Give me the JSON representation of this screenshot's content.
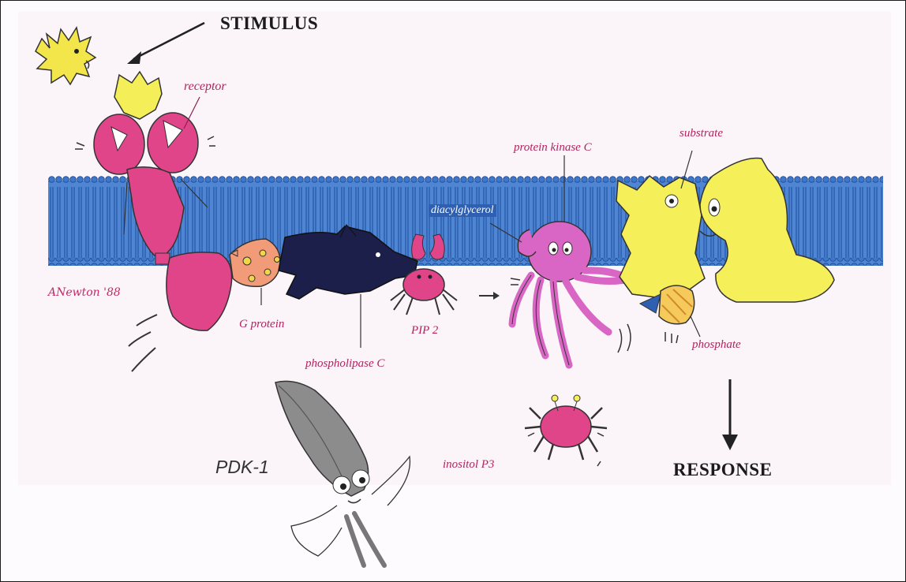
{
  "labels": {
    "stimulus": "STIMULUS",
    "receptor": "receptor",
    "protein_kinase_c": "protein kinase C",
    "substrate": "substrate",
    "diacylglycerol": "diacylglycerol",
    "g_protein": "G protein",
    "pip2": "PIP 2",
    "phospholipase_c": "phospholipase C",
    "phosphate": "phosphate",
    "pdk1": "PDK-1",
    "inositol_p3": "inositol P3",
    "response": "RESPONSE",
    "signature": "ANewton '88"
  },
  "colors": {
    "membrane": "#3f77c9",
    "membrane_dark": "#1f4f9c",
    "magenta": "#e0458a",
    "yellow": "#f5ef5a",
    "navy": "#1c1f4a",
    "label": "#b0245f"
  }
}
